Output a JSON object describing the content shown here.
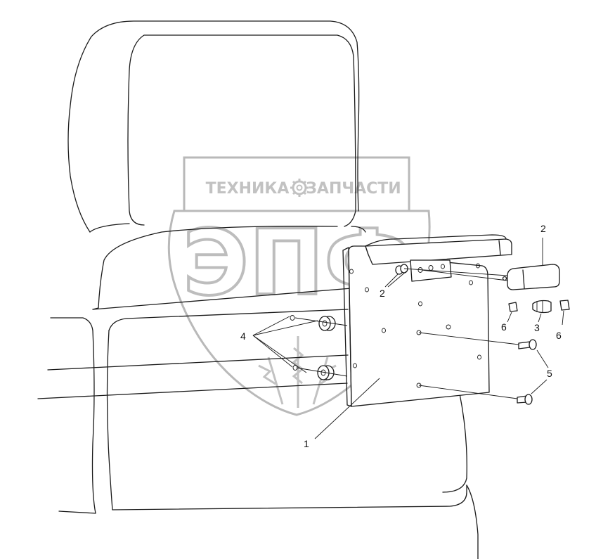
{
  "watermark": {
    "brand_left": "ТЕХНИКА",
    "brand_right": "ЗАПЧАСТИ",
    "monogram": "ЭПФ",
    "gear_icon": "gear-icon",
    "wheat_icon": "wheat-icon",
    "color": "#c2c2c2"
  },
  "callouts": {
    "c1": "1",
    "c2_top": "2",
    "c2_left": "2",
    "c3": "3",
    "c4": "4",
    "c5": "5",
    "c6_left": "6",
    "c6_right": "6"
  }
}
